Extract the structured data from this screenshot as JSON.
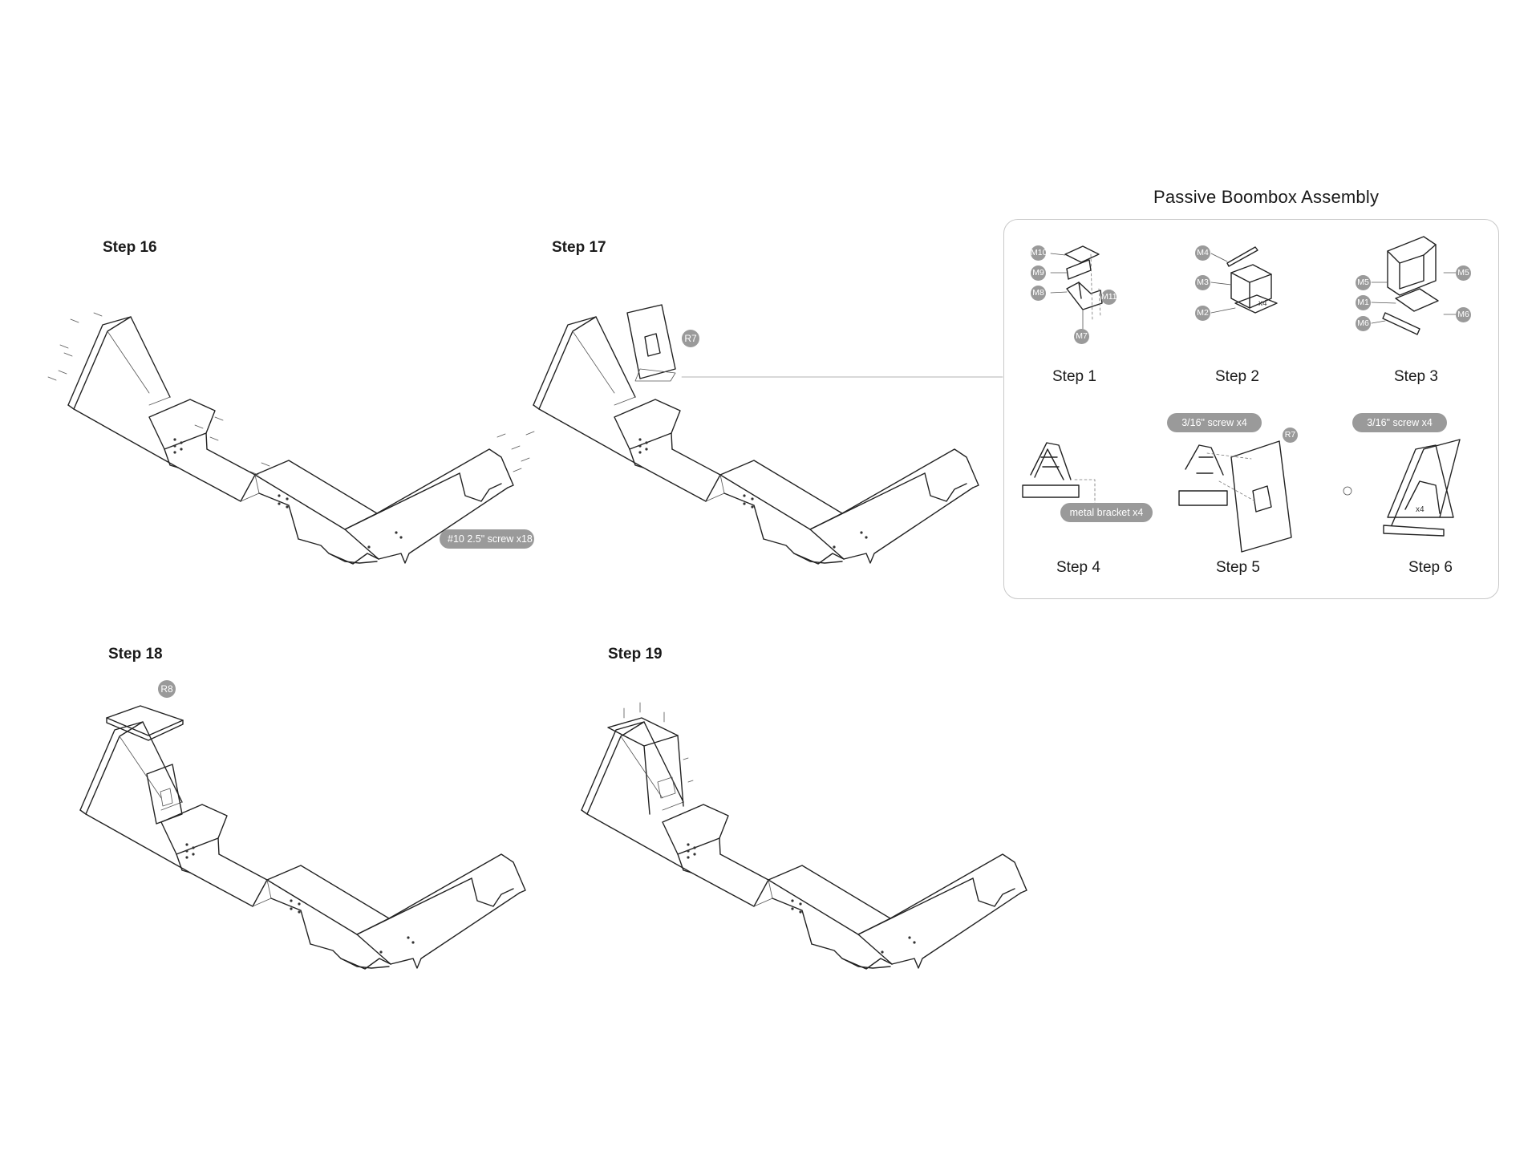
{
  "steps_main": {
    "step16": "Step 16",
    "step17": "Step 17",
    "step18": "Step 18",
    "step19": "Step 19"
  },
  "callouts": {
    "screw_main": "#10 2.5\" screw x18",
    "r7_main": "R7",
    "r8_main": "R8"
  },
  "panel": {
    "title": "Passive Boombox Assembly",
    "steps": {
      "step1": "Step 1",
      "step2": "Step 2",
      "step3": "Step 3",
      "step4": "Step 4",
      "step5": "Step 5",
      "step6": "Step 6"
    },
    "part_tags": {
      "m10": "M10",
      "m9": "M9",
      "m8": "M8",
      "m11": "M11",
      "m7": "M7",
      "m4": "M4",
      "m3": "M3",
      "m2": "M2",
      "m5_left": "M5",
      "m5_right": "M5",
      "m1": "M1",
      "m6_left": "M6",
      "m6_right": "M6",
      "r7": "R7"
    },
    "pills": {
      "bracket": "metal bracket x4",
      "screw_step5": "3/16\" screw x4",
      "screw_step6": "3/16\" screw x4"
    },
    "small_text": {
      "x4_step2": "x4",
      "x4_step6": "x4"
    }
  }
}
